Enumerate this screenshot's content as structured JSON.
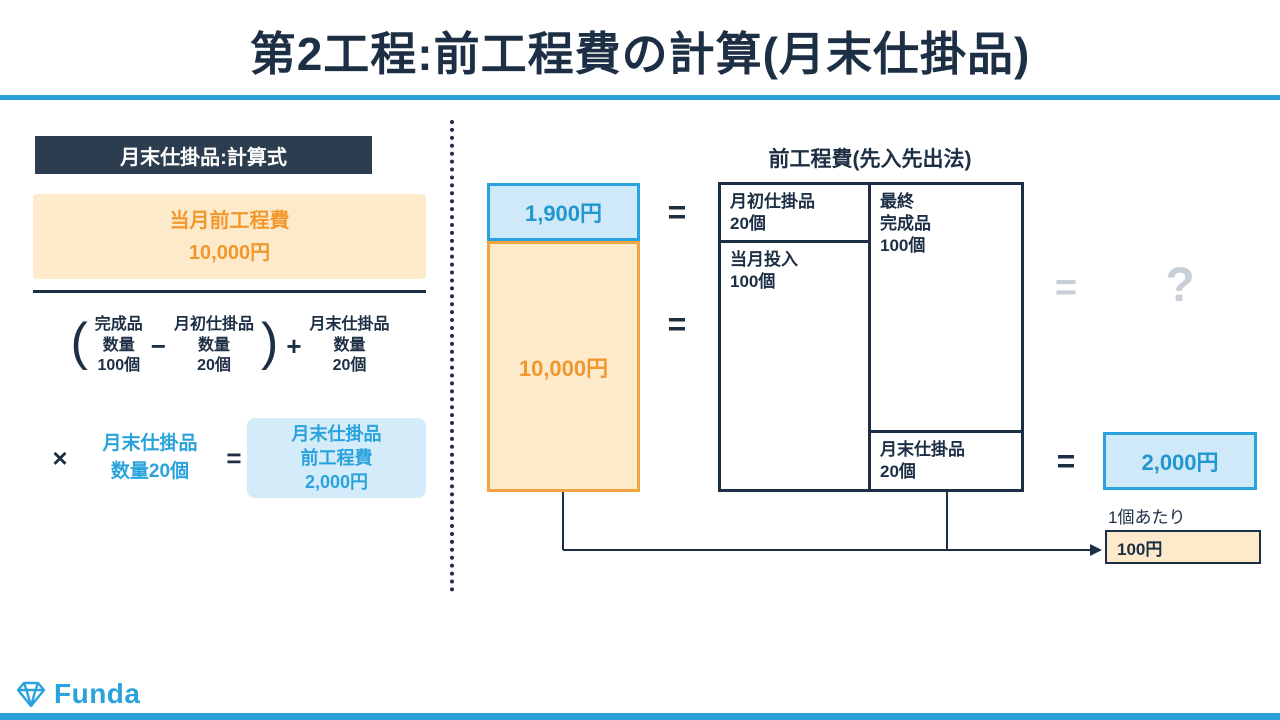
{
  "slide": {
    "title": "第2工程:前工程費の計算(月末仕掛品)"
  },
  "colors": {
    "accent_blue": "#2b9fd9",
    "dark_navy": "#1d2f45",
    "box_blue_fill": "#cfe9f8",
    "box_orange_fill": "#fdeacb",
    "orange_text": "#f0982e",
    "gray_muted": "#c9cfd6"
  },
  "formula_panel": {
    "header": "月末仕掛品:計算式",
    "numerator": "当月前工程費\n10,000円",
    "open_paren": "(",
    "term_completed": "完成品\n数量\n100個",
    "minus": "−",
    "term_beginning_wip": "月初仕掛品\n数量\n20個",
    "close_paren": ")",
    "plus": "+",
    "term_ending_wip": "月末仕掛品\n数量\n20個",
    "times": "×",
    "multiplier": "月末仕掛品\n数量20個",
    "equals": "=",
    "result": "月末仕掛品\n前工程費\n2,000円"
  },
  "diagram_panel": {
    "title": "前工程費(先入先出法)",
    "beginning_cost_box": "1,900円",
    "current_cost_box": "10,000円",
    "equals_top": "=",
    "equals_middle": "=",
    "table": {
      "beginning_wip": "月初仕掛品\n20個",
      "current_input": "当月投入\n100個",
      "final_output": "最終\n完成品\n100個",
      "ending_wip": "月末仕掛品\n20個"
    },
    "equals_gray": "=",
    "question_mark": "?",
    "equals_result": "=",
    "result_box": "2,000円",
    "per_unit_label": "1個あたり",
    "per_unit_value": "100円"
  },
  "footer": {
    "brand": "Funda"
  }
}
